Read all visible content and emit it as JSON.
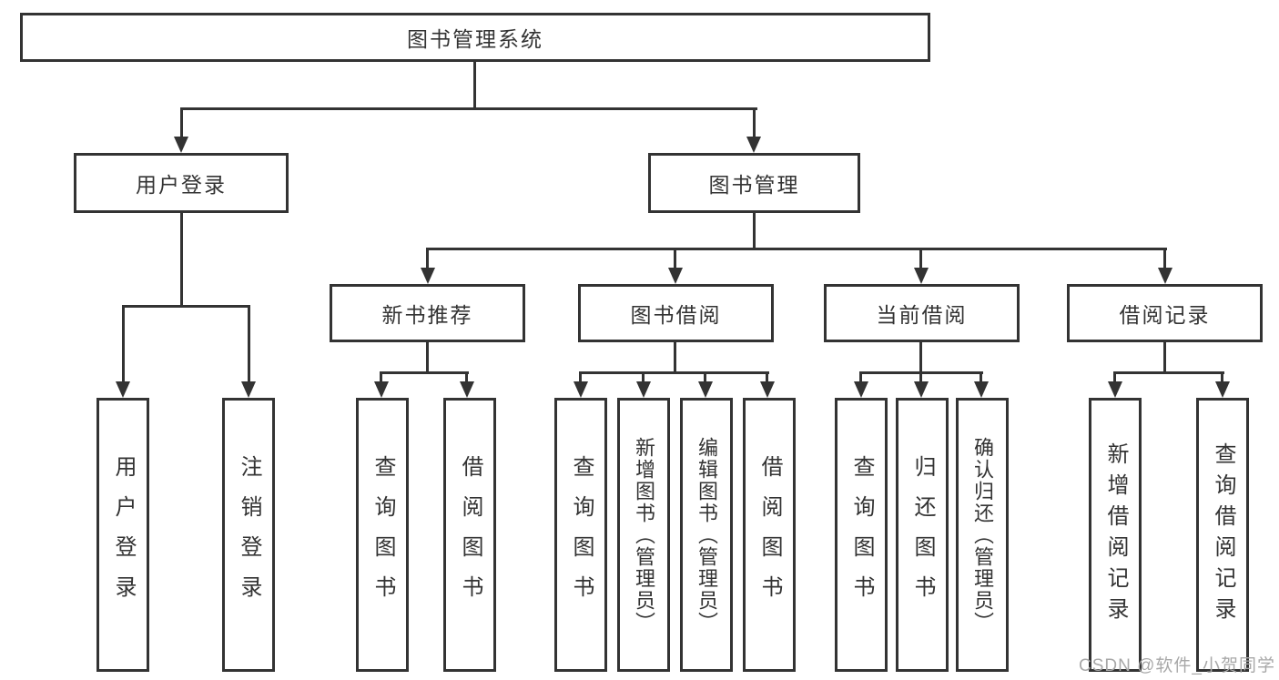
{
  "diagram": {
    "root": {
      "label": "图书管理系统"
    },
    "level2": [
      {
        "label": "用户登录"
      },
      {
        "label": "图书管理"
      }
    ],
    "level3": [
      {
        "label": "新书推荐"
      },
      {
        "label": "图书借阅"
      },
      {
        "label": "当前借阅"
      },
      {
        "label": "借阅记录"
      }
    ],
    "leaves": {
      "user_login": [
        "用户登录",
        "注销登录"
      ],
      "new_books": [
        "查询图书",
        "借阅图书"
      ],
      "book_borrow": [
        "查询图书",
        "新增图书（管理员）",
        "编辑图书（管理员）",
        "借阅图书"
      ],
      "current_borrow": [
        "查询图书",
        "归还图书",
        "确认归还（管理员）"
      ],
      "borrow_records": [
        "新增借阅记录",
        "查询借阅记录"
      ]
    }
  },
  "watermark": {
    "text": "CSDN @软件_小贺同学"
  },
  "colors": {
    "line": "#333333",
    "text": "#333333",
    "background": "#ffffff",
    "watermark": "#a8a8a8"
  }
}
